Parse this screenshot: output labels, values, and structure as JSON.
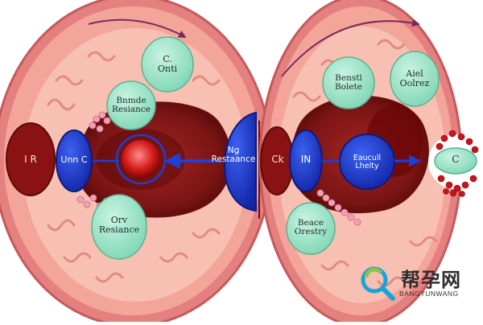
{
  "colors": {
    "outer_ring": "#e07d7d",
    "tissue": "#f6b3a6",
    "tissue_light": "#fbd3c8",
    "fold": "#e58a80",
    "cavity": "#8b1a1a",
    "cavity_dark": "#5c0a0a",
    "green_bubble": "#9fe3c9",
    "blue_bubble": "#1f3fd6",
    "blue_deep": "#1326a8",
    "arrow": "#1f3fd6",
    "top_arrow": "#7a2c5a",
    "granule": "#f4a0b4",
    "red_cell": "#c8141e"
  },
  "left_panel": {
    "top_green": "C. Onti",
    "mid_green": "Bnmde Resiance",
    "bottom_green": "Orv Resiance",
    "blue_oval": "Unn C",
    "red_edge": "I R",
    "blue_half": "Ng Restaance"
  },
  "right_panel": {
    "red_edge": "Ck",
    "top_green_left": "Benstl Bolete",
    "top_green_right": "Aiel Oolrez",
    "blue_oval": "IN",
    "blue_round": "Eaucull Lhelty",
    "bottom_green": "Beace Orestry",
    "far_green": "C"
  },
  "watermark": {
    "cn": "帮孕网",
    "en": "BANGYUNWANG",
    "icon": "magnifier-logo-icon"
  }
}
